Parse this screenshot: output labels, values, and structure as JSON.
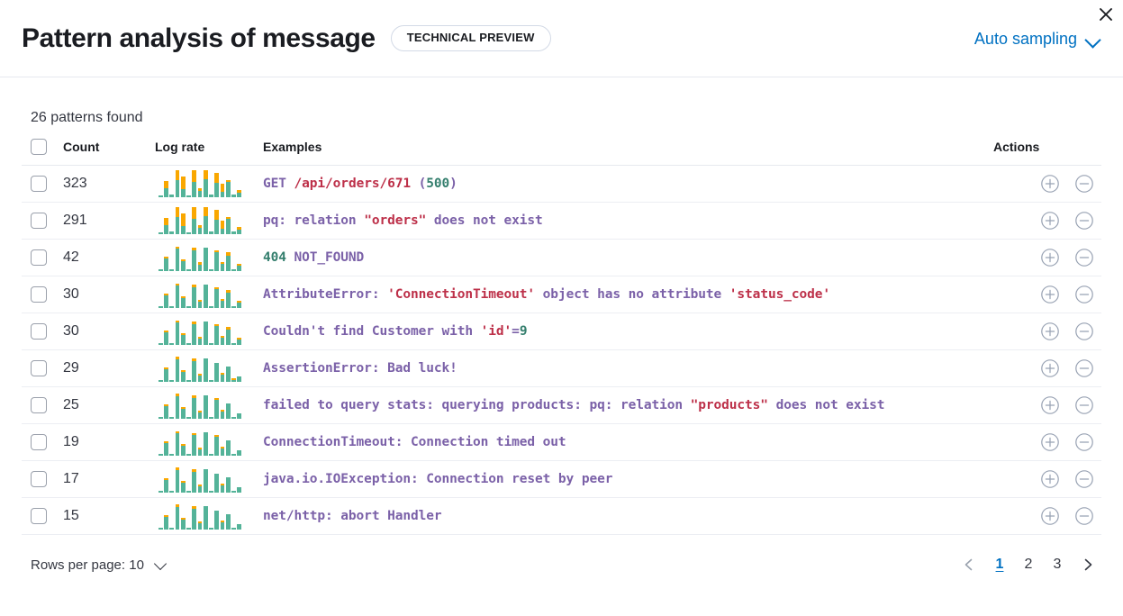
{
  "header": {
    "title": "Pattern analysis of message",
    "badge": "TECHNICAL PREVIEW",
    "sampling_label": "Auto sampling",
    "chevron_icon": "chevron-down-icon",
    "close_icon": "close-icon"
  },
  "summary": {
    "patterns_found": "26 patterns found"
  },
  "table": {
    "columns": {
      "select": "",
      "count": "Count",
      "log_rate": "Log rate",
      "examples": "Examples",
      "actions": "Actions"
    },
    "action_icons": {
      "add": "circle-plus-icon",
      "remove": "circle-minus-icon"
    },
    "rows": [
      {
        "count": "323",
        "example_plain": "GET /api/orders/671 (500)",
        "example_tokens": [
          {
            "t": "GET ",
            "c": "pur"
          },
          {
            "t": "/api/orders/671",
            "c": "red"
          },
          {
            "t": " (",
            "c": "pur"
          },
          {
            "t": "500",
            "c": "teal"
          },
          {
            "t": ")",
            "c": "pur"
          }
        ],
        "spark": [
          {
            "t": 8,
            "o": 0
          },
          {
            "t": 34,
            "o": 26
          },
          {
            "t": 10,
            "o": 0
          },
          {
            "t": 62,
            "o": 38
          },
          {
            "t": 30,
            "o": 48
          },
          {
            "t": 8,
            "o": 0
          },
          {
            "t": 56,
            "o": 44
          },
          {
            "t": 22,
            "o": 12
          },
          {
            "t": 66,
            "o": 34
          },
          {
            "t": 10,
            "o": 0
          },
          {
            "t": 52,
            "o": 38
          },
          {
            "t": 20,
            "o": 30
          },
          {
            "t": 56,
            "o": 8
          },
          {
            "t": 10,
            "o": 0
          },
          {
            "t": 16,
            "o": 10
          }
        ]
      },
      {
        "count": "291",
        "example_plain": "pq: relation \"orders\" does not exist",
        "example_tokens": [
          {
            "t": "pq: relation ",
            "c": "pur"
          },
          {
            "t": "\"orders\"",
            "c": "red"
          },
          {
            "t": " does not exist",
            "c": "pur"
          }
        ],
        "spark": [
          {
            "t": 8,
            "o": 0
          },
          {
            "t": 34,
            "o": 26
          },
          {
            "t": 10,
            "o": 0
          },
          {
            "t": 62,
            "o": 38
          },
          {
            "t": 30,
            "o": 48
          },
          {
            "t": 8,
            "o": 0
          },
          {
            "t": 56,
            "o": 44
          },
          {
            "t": 22,
            "o": 12
          },
          {
            "t": 66,
            "o": 34
          },
          {
            "t": 10,
            "o": 0
          },
          {
            "t": 52,
            "o": 38
          },
          {
            "t": 20,
            "o": 30
          },
          {
            "t": 56,
            "o": 8
          },
          {
            "t": 10,
            "o": 0
          },
          {
            "t": 16,
            "o": 10
          }
        ]
      },
      {
        "count": "42",
        "example_plain": "404 NOT_FOUND",
        "example_tokens": [
          {
            "t": "404",
            "c": "teal"
          },
          {
            "t": " NOT_FOUND",
            "c": "pur"
          }
        ],
        "spark": [
          {
            "t": 6,
            "o": 0
          },
          {
            "t": 46,
            "o": 8
          },
          {
            "t": 8,
            "o": 0
          },
          {
            "t": 84,
            "o": 6
          },
          {
            "t": 36,
            "o": 6
          },
          {
            "t": 6,
            "o": 0
          },
          {
            "t": 78,
            "o": 10
          },
          {
            "t": 24,
            "o": 8
          },
          {
            "t": 86,
            "o": 0
          },
          {
            "t": 6,
            "o": 0
          },
          {
            "t": 70,
            "o": 6
          },
          {
            "t": 26,
            "o": 6
          },
          {
            "t": 56,
            "o": 14
          },
          {
            "t": 8,
            "o": 0
          },
          {
            "t": 20,
            "o": 6
          }
        ]
      },
      {
        "count": "30",
        "example_plain": "AttributeError: 'ConnectionTimeout' object has no attribute 'status_code'",
        "example_tokens": [
          {
            "t": "AttributeError: ",
            "c": "pur"
          },
          {
            "t": "'ConnectionTimeout'",
            "c": "red"
          },
          {
            "t": " object has no attribute ",
            "c": "pur"
          },
          {
            "t": "'status_code'",
            "c": "red"
          }
        ],
        "spark": [
          {
            "t": 6,
            "o": 0
          },
          {
            "t": 46,
            "o": 8
          },
          {
            "t": 8,
            "o": 0
          },
          {
            "t": 84,
            "o": 6
          },
          {
            "t": 36,
            "o": 6
          },
          {
            "t": 6,
            "o": 0
          },
          {
            "t": 78,
            "o": 8
          },
          {
            "t": 24,
            "o": 6
          },
          {
            "t": 86,
            "o": 0
          },
          {
            "t": 6,
            "o": 0
          },
          {
            "t": 70,
            "o": 6
          },
          {
            "t": 26,
            "o": 6
          },
          {
            "t": 56,
            "o": 10
          },
          {
            "t": 8,
            "o": 0
          },
          {
            "t": 20,
            "o": 6
          }
        ]
      },
      {
        "count": "30",
        "example_plain": "Couldn't find Customer with 'id'=9",
        "example_tokens": [
          {
            "t": "Couldn't find Customer with ",
            "c": "pur"
          },
          {
            "t": "'id'",
            "c": "red"
          },
          {
            "t": "=",
            "c": "pur"
          },
          {
            "t": "9",
            "c": "teal"
          }
        ],
        "spark": [
          {
            "t": 6,
            "o": 0
          },
          {
            "t": 46,
            "o": 8
          },
          {
            "t": 8,
            "o": 0
          },
          {
            "t": 84,
            "o": 6
          },
          {
            "t": 36,
            "o": 6
          },
          {
            "t": 6,
            "o": 0
          },
          {
            "t": 78,
            "o": 8
          },
          {
            "t": 24,
            "o": 6
          },
          {
            "t": 86,
            "o": 0
          },
          {
            "t": 6,
            "o": 0
          },
          {
            "t": 70,
            "o": 6
          },
          {
            "t": 26,
            "o": 6
          },
          {
            "t": 56,
            "o": 10
          },
          {
            "t": 8,
            "o": 0
          },
          {
            "t": 20,
            "o": 6
          }
        ]
      },
      {
        "count": "29",
        "example_plain": "AssertionError: Bad luck!",
        "example_tokens": [
          {
            "t": "AssertionError: Bad luck!",
            "c": "pur"
          }
        ],
        "spark": [
          {
            "t": 8,
            "o": 0
          },
          {
            "t": 46,
            "o": 6
          },
          {
            "t": 8,
            "o": 0
          },
          {
            "t": 84,
            "o": 8
          },
          {
            "t": 36,
            "o": 6
          },
          {
            "t": 6,
            "o": 0
          },
          {
            "t": 78,
            "o": 8
          },
          {
            "t": 24,
            "o": 6
          },
          {
            "t": 86,
            "o": 0
          },
          {
            "t": 6,
            "o": 0
          },
          {
            "t": 70,
            "o": 0
          },
          {
            "t": 26,
            "o": 6
          },
          {
            "t": 56,
            "o": 0
          },
          {
            "t": 8,
            "o": 6
          },
          {
            "t": 20,
            "o": 0
          }
        ]
      },
      {
        "count": "25",
        "example_plain": "failed to query stats: querying products: pq: relation \"products\" does not exist",
        "example_tokens": [
          {
            "t": "failed to query stats: querying products: pq: relation ",
            "c": "pur"
          },
          {
            "t": "\"products\"",
            "c": "red"
          },
          {
            "t": " does not exist",
            "c": "pur"
          }
        ],
        "spark": [
          {
            "t": 8,
            "o": 0
          },
          {
            "t": 46,
            "o": 6
          },
          {
            "t": 8,
            "o": 0
          },
          {
            "t": 84,
            "o": 8
          },
          {
            "t": 36,
            "o": 6
          },
          {
            "t": 6,
            "o": 0
          },
          {
            "t": 78,
            "o": 8
          },
          {
            "t": 24,
            "o": 6
          },
          {
            "t": 86,
            "o": 0
          },
          {
            "t": 6,
            "o": 0
          },
          {
            "t": 70,
            "o": 6
          },
          {
            "t": 26,
            "o": 6
          },
          {
            "t": 56,
            "o": 0
          },
          {
            "t": 8,
            "o": 0
          },
          {
            "t": 20,
            "o": 0
          }
        ]
      },
      {
        "count": "19",
        "example_plain": "ConnectionTimeout: Connection timed out",
        "example_tokens": [
          {
            "t": "ConnectionTimeout: Connection timed out",
            "c": "pur"
          }
        ],
        "spark": [
          {
            "t": 8,
            "o": 0
          },
          {
            "t": 46,
            "o": 6
          },
          {
            "t": 8,
            "o": 0
          },
          {
            "t": 84,
            "o": 6
          },
          {
            "t": 36,
            "o": 6
          },
          {
            "t": 6,
            "o": 0
          },
          {
            "t": 78,
            "o": 6
          },
          {
            "t": 24,
            "o": 6
          },
          {
            "t": 86,
            "o": 0
          },
          {
            "t": 6,
            "o": 0
          },
          {
            "t": 70,
            "o": 6
          },
          {
            "t": 26,
            "o": 6
          },
          {
            "t": 56,
            "o": 0
          },
          {
            "t": 8,
            "o": 0
          },
          {
            "t": 20,
            "o": 0
          }
        ]
      },
      {
        "count": "17",
        "example_plain": "java.io.IOException: Connection reset by peer",
        "example_tokens": [
          {
            "t": "java.io.IOException: Connection reset by peer",
            "c": "pur"
          }
        ],
        "spark": [
          {
            "t": 8,
            "o": 0
          },
          {
            "t": 46,
            "o": 8
          },
          {
            "t": 8,
            "o": 0
          },
          {
            "t": 84,
            "o": 8
          },
          {
            "t": 36,
            "o": 6
          },
          {
            "t": 6,
            "o": 0
          },
          {
            "t": 78,
            "o": 10
          },
          {
            "t": 24,
            "o": 6
          },
          {
            "t": 86,
            "o": 0
          },
          {
            "t": 6,
            "o": 0
          },
          {
            "t": 70,
            "o": 0
          },
          {
            "t": 26,
            "o": 8
          },
          {
            "t": 56,
            "o": 0
          },
          {
            "t": 8,
            "o": 0
          },
          {
            "t": 20,
            "o": 0
          }
        ]
      },
      {
        "count": "15",
        "example_plain": "net/http: abort Handler",
        "example_tokens": [
          {
            "t": "net/http: abort Handler",
            "c": "pur"
          }
        ],
        "spark": [
          {
            "t": 8,
            "o": 0
          },
          {
            "t": 46,
            "o": 8
          },
          {
            "t": 8,
            "o": 0
          },
          {
            "t": 84,
            "o": 8
          },
          {
            "t": 36,
            "o": 6
          },
          {
            "t": 6,
            "o": 0
          },
          {
            "t": 78,
            "o": 8
          },
          {
            "t": 24,
            "o": 6
          },
          {
            "t": 86,
            "o": 0
          },
          {
            "t": 6,
            "o": 0
          },
          {
            "t": 70,
            "o": 0
          },
          {
            "t": 26,
            "o": 6
          },
          {
            "t": 56,
            "o": 0
          },
          {
            "t": 8,
            "o": 0
          },
          {
            "t": 20,
            "o": 0
          }
        ]
      }
    ]
  },
  "footer": {
    "rows_per_page": "Rows per page: 10",
    "rows_chevron_icon": "chevron-down-icon",
    "prev_icon": "chevron-left-icon",
    "next_icon": "chevron-right-icon",
    "pages": [
      "1",
      "2",
      "3"
    ],
    "active_page": "1"
  },
  "colors": {
    "accent_link": "#0071c2",
    "spark_teal": "#54b399",
    "spark_orange": "#f9a700",
    "token_purple": "#7b61a8",
    "token_red": "#bd3049",
    "token_teal": "#357f6e"
  }
}
